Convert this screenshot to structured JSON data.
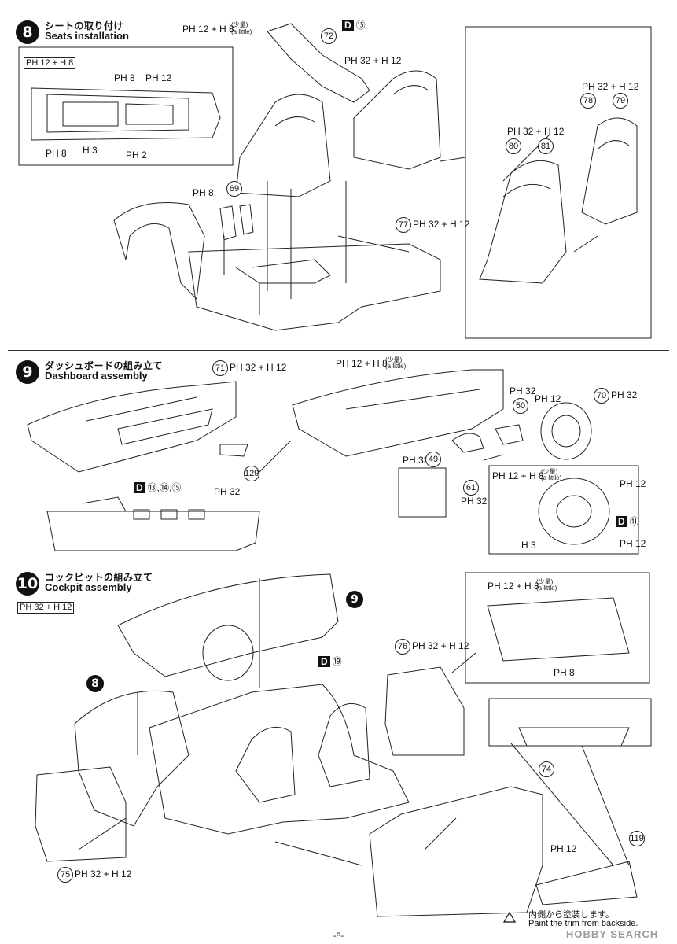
{
  "steps": [
    {
      "number": "8",
      "title_jp": "シートの取り付け",
      "title_en": "Seats installation"
    },
    {
      "number": "9",
      "title_jp": "ダッシュボードの組み立て",
      "title_en": "Dashboard assembly"
    },
    {
      "number": "10",
      "title_jp": "コックピットの組み立て",
      "title_en": "Cockpit assembly"
    }
  ],
  "callouts": {
    "s8_top": "PH 12 + H 8",
    "s8_top_note": "(少量)",
    "s8_top_note_en": "(a little)",
    "s8_d": "D",
    "s8_d_num": "⑮",
    "s8_72": "72",
    "s8_ph32h12_a": "PH 32 + H 12",
    "s8_inset_ph12h8": "PH 12 + H 8",
    "s8_inset_ph8": "PH 8",
    "s8_inset_ph12": "PH 12",
    "s8_inset_ph8b": "PH 8",
    "s8_inset_h3": "H 3",
    "s8_inset_ph2": "PH 2",
    "s8_69": "69",
    "s8_ph8": "PH 8",
    "s8_77": "77",
    "s8_77_label": "PH 32 + H 12",
    "s8_right_ph32h12a": "PH 32 + H 12",
    "s8_78": "78",
    "s8_79": "79",
    "s8_right_ph32h12b": "PH 32 + H 12",
    "s8_80": "80",
    "s8_81": "81",
    "s9_71": "71",
    "s9_71_label": "PH 32 + H 12",
    "s9_129": "129",
    "s9_d": "D",
    "s9_d_nums": "⑬,⑭,⑮",
    "s9_ph32": "PH 32",
    "s9_top_right": "PH 12 + H 8",
    "s9_top_right_note": "(少量)",
    "s9_top_right_note_en": "(a little)",
    "s9_ph32b": "PH 32",
    "s9_ph12": "PH 12",
    "s9_50": "50",
    "s9_70": "70",
    "s9_70_label": "PH 32",
    "s9_49": "49",
    "s9_49_label": "PH 32",
    "s9_61": "61",
    "s9_61_label": "PH 32",
    "s9_inset_ph12h8": "PH 12 + H 8",
    "s9_inset_note": "(少量)",
    "s9_inset_note_en": "(a little)",
    "s9_inset_ph12a": "PH 12",
    "s9_inset_d": "D",
    "s9_inset_d_num": "⑪",
    "s9_inset_h3": "H 3",
    "s9_inset_ph12b": "PH 12",
    "s10_ph32h12": "PH 32 + H 12",
    "s10_9": "9",
    "s10_d": "D",
    "s10_d_num": "⑲",
    "s10_8": "8",
    "s10_76": "76",
    "s10_76_label": "PH 32 + H 12",
    "s10_inset_ph12h8": "PH 12 + H 8",
    "s10_inset_note": "(少量)",
    "s10_inset_note_en": "(a little)",
    "s10_inset_ph8": "PH 8",
    "s10_74": "74",
    "s10_119": "119",
    "s10_ph12": "PH 12",
    "s10_75": "75",
    "s10_75_label": "PH 32 + H 12",
    "s10_note_jp": "内側から塗装します。",
    "s10_note_en": "Paint the trim from backside."
  },
  "footer": {
    "page": "-8-"
  },
  "watermark": "HOBBY SEARCH"
}
